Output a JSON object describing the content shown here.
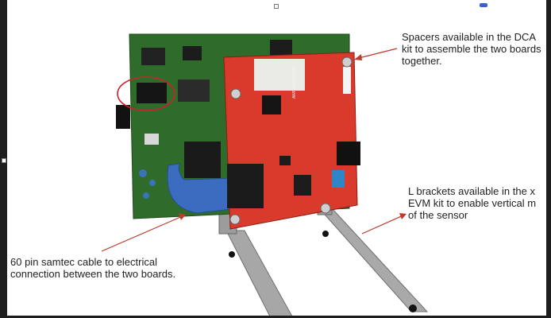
{
  "annotations": {
    "spacers": [
      "Spacers available in the DCA",
      "kit to assemble the two boards",
      "together."
    ],
    "brackets": [
      "L brackets available in the x",
      "EVM kit to enable vertical m",
      "of the sensor"
    ],
    "cable": [
      "60 pin samtec cable to electrical",
      "connection between the two boards."
    ]
  },
  "board_labels": {
    "red_board_text": "AWR1843BOOST"
  },
  "colors": {
    "green_board": "#2f6b2a",
    "red_board": "#d93a2b",
    "ribbon_cable": "#3b6cc0",
    "bracket": "#9a9a9a",
    "arrow": "#c0392b",
    "highlight_circle": "#d0202a",
    "frame": "#1e1e1e"
  }
}
